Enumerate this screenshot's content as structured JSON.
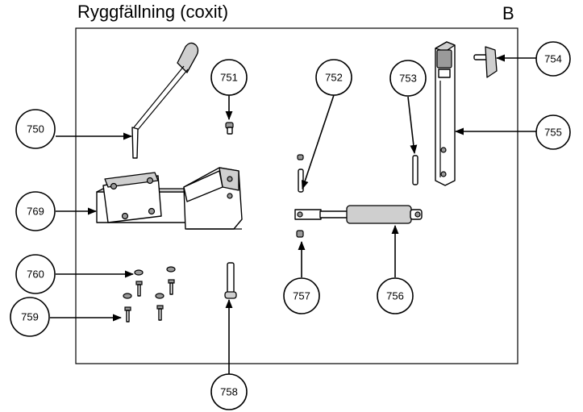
{
  "title": "Ryggfällning (coxit)",
  "sheet": "B",
  "callouts": [
    {
      "id": "750",
      "label": "750"
    },
    {
      "id": "751",
      "label": "751"
    },
    {
      "id": "752",
      "label": "752"
    },
    {
      "id": "753",
      "label": "753"
    },
    {
      "id": "754",
      "label": "754"
    },
    {
      "id": "755",
      "label": "755"
    },
    {
      "id": "756",
      "label": "756"
    },
    {
      "id": "757",
      "label": "757"
    },
    {
      "id": "758",
      "label": "758"
    },
    {
      "id": "759",
      "label": "759"
    },
    {
      "id": "760",
      "label": "760"
    },
    {
      "id": "769",
      "label": "769"
    }
  ]
}
